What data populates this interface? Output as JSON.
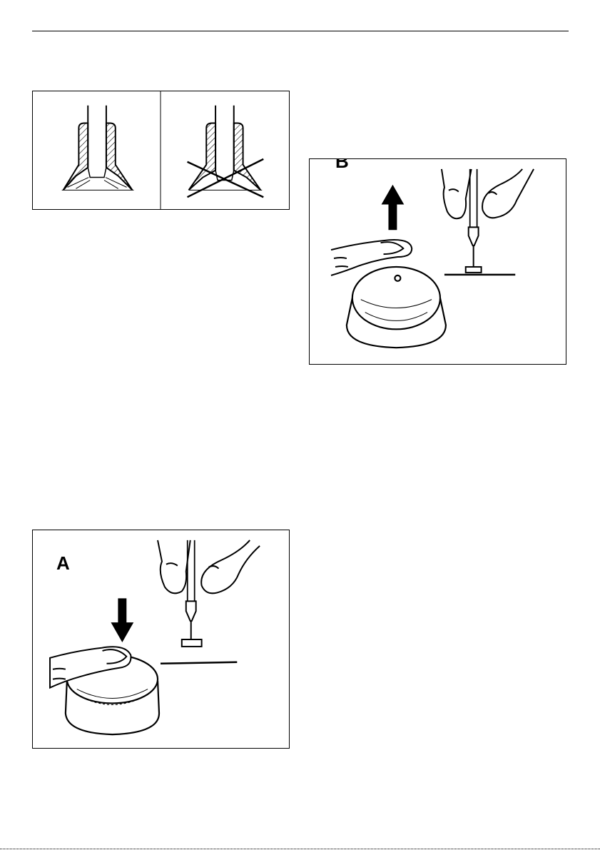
{
  "figures": {
    "valve_seating": {
      "panels": [
        "correct-seating",
        "incorrect-seating"
      ],
      "incorrect_marker": "cross"
    },
    "knob_removal": {
      "letter": "B",
      "direction": "up"
    },
    "knob_refit": {
      "letter": "A",
      "direction": "down"
    }
  },
  "colors": {
    "ink": "#000000",
    "paper": "#ffffff"
  }
}
